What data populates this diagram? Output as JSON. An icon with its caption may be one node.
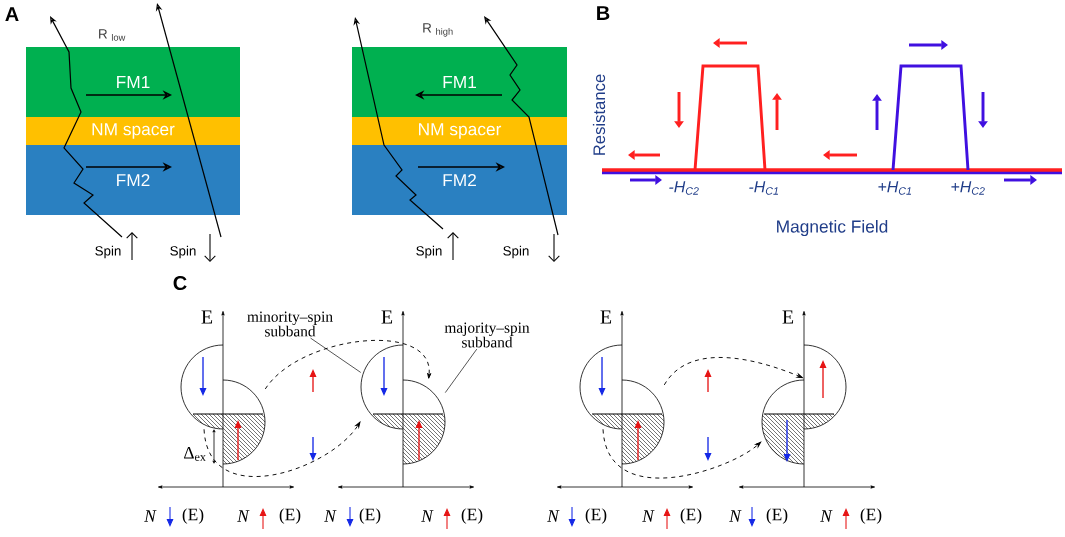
{
  "diagram": {
    "nodes": [
      {
        "text": [
          "FM1"
        ]
      },
      {
        "text": [
          "NM spacer"
        ]
      },
      {
        "text": [
          "FM2"
        ]
      },
      {
        "text": [
          "FM1"
        ]
      },
      {
        "text": [
          "NM spacer"
        ]
      },
      {
        "text": [
          "FM2"
        ]
      },
      {
        "text": [
          "minority–spin subband"
        ]
      },
      {
        "text": [
          "majority–spin subband"
        ]
      },
      {
        "text": [],
        "shape": "semicircle"
      },
      {
        "text": [],
        "shape": "semicircle"
      },
      {
        "text": [],
        "shape": "semicircle"
      },
      {
        "text": [],
        "shape": "semicircle"
      },
      {
        "text": [],
        "shape": "semicircle"
      },
      {
        "text": [],
        "shape": "semicircle"
      },
      {
        "text": [],
        "shape": "semicircle"
      },
      {
        "text": [],
        "shape": "semicircle"
      }
    ],
    "edges": [
      {
        "from": 6,
        "to": 10,
        "arrow": "none"
      },
      {
        "from": 7,
        "to": 11,
        "arrow": "none"
      },
      {
        "from": 9,
        "to": 11,
        "arrow": "to",
        "style": "dashed"
      },
      {
        "from": 8,
        "to": 10,
        "arrow": "to",
        "style": "dashed"
      },
      {
        "from": 13,
        "to": 14,
        "arrow": "to",
        "style": "dashed"
      },
      {
        "from": 12,
        "to": 15,
        "arrow": "to",
        "style": "dashed"
      }
    ],
    "labels": [
      "A",
      "R $_{low}$",
      "R $_{high}$",
      "Spin",
      "Spin",
      "Spin",
      "Spin",
      "B",
      "Resistance",
      "-H$_{C2}$",
      "-H$_{C1}$",
      "+H$_{C1}$",
      "+H$_{C2}$",
      "Magnetic Field",
      "C",
      "E",
      "E",
      "E",
      "E",
      "Δ$_{ex}$",
      "N",
      "(E)",
      "N",
      "(E)",
      "N",
      "(E)",
      "N",
      "(E)",
      "N",
      "(E)",
      "N",
      "(E)",
      "N",
      "(E)",
      "N",
      "(E)"
    ]
  }
}
